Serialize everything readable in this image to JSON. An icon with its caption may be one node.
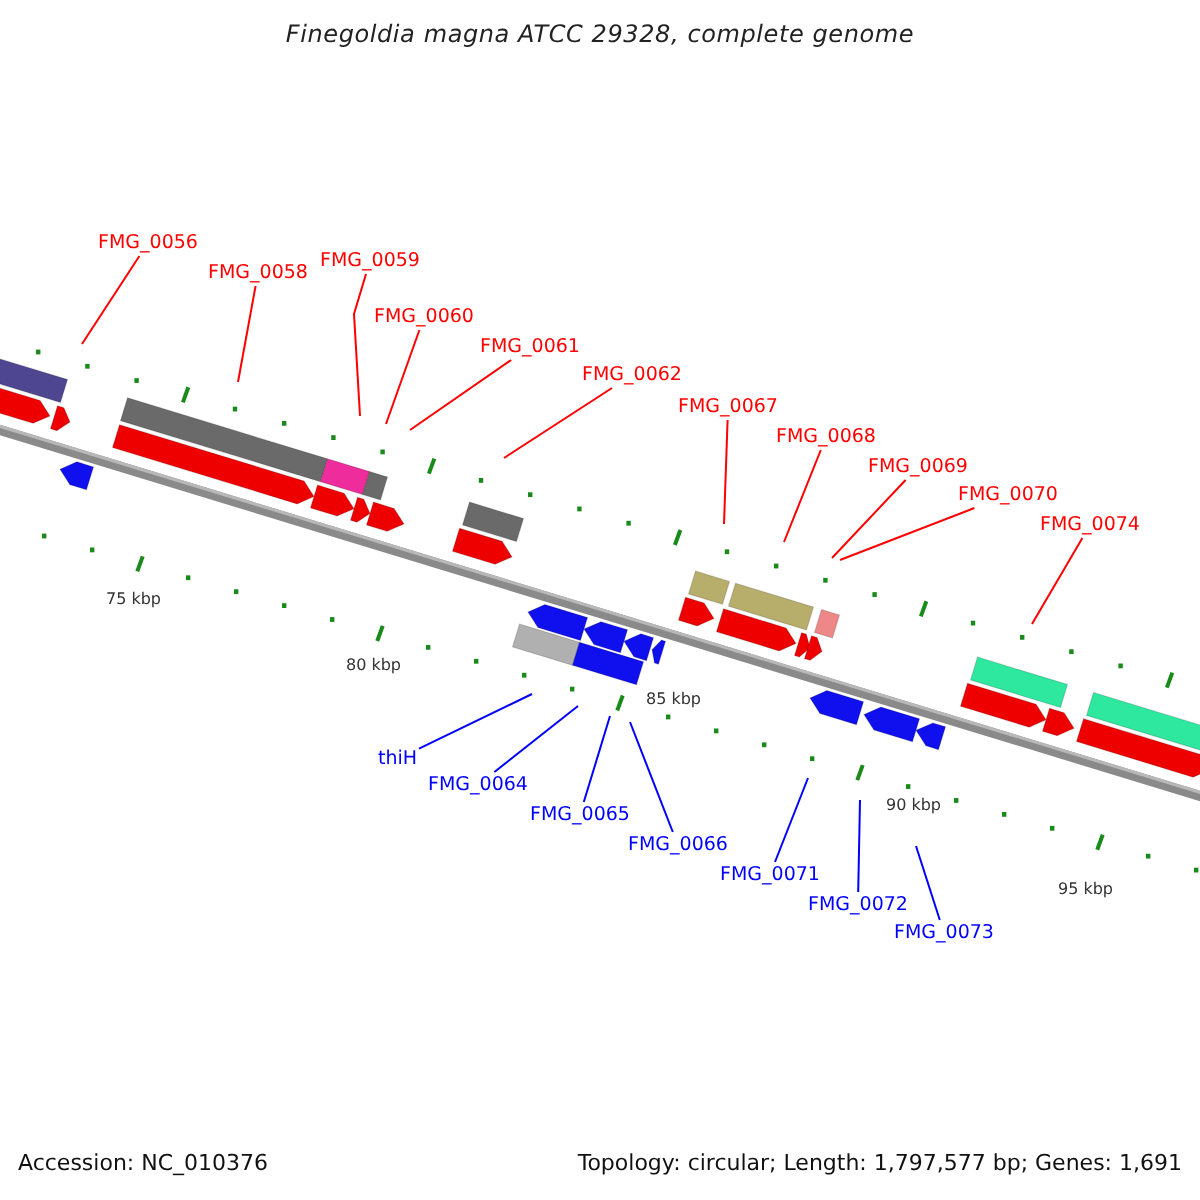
{
  "diagram": {
    "title": "Finegoldia magna ATCC 29328, complete genome",
    "nodes": [
      {
        "text": [
          "FMG_0056"
        ]
      },
      {
        "text": [
          "FMG_0058"
        ]
      },
      {
        "text": [
          "FMG_0059"
        ]
      },
      {
        "text": [
          "FMG_0060"
        ]
      },
      {
        "text": [
          "FMG_0061"
        ]
      },
      {
        "text": [
          "FMG_0062"
        ]
      },
      {
        "text": [
          "FMG_0067"
        ]
      },
      {
        "text": [
          "FMG_0068"
        ]
      },
      {
        "text": [
          "FMG_0069"
        ]
      },
      {
        "text": [
          "FMG_0070"
        ]
      },
      {
        "text": [
          "FMG_0074"
        ]
      },
      {
        "text": [
          "thiH"
        ]
      },
      {
        "text": [
          "FMG_0064"
        ]
      },
      {
        "text": [
          "FMG_0065"
        ]
      },
      {
        "text": [
          "FMG_0066"
        ]
      },
      {
        "text": [
          "FMG_0071"
        ]
      },
      {
        "text": [
          "FMG_0072"
        ]
      },
      {
        "text": [
          "FMG_0073"
        ]
      }
    ],
    "edges": [
      {
        "from": 0,
        "to": null,
        "arrow": "none"
      },
      {
        "from": 1,
        "to": null,
        "arrow": "none"
      },
      {
        "from": 2,
        "to": null,
        "arrow": "none"
      },
      {
        "from": 3,
        "to": null,
        "arrow": "none"
      },
      {
        "from": 4,
        "to": null,
        "arrow": "none"
      },
      {
        "from": 5,
        "to": null,
        "arrow": "none"
      },
      {
        "from": 6,
        "to": null,
        "arrow": "none"
      },
      {
        "from": 7,
        "to": null,
        "arrow": "none"
      },
      {
        "from": 8,
        "to": null,
        "arrow": "none"
      },
      {
        "from": 9,
        "to": null,
        "arrow": "none"
      },
      {
        "from": 10,
        "to": null,
        "arrow": "none"
      },
      {
        "from": 11,
        "to": null,
        "arrow": "none",
        "color": "#0000ff"
      },
      {
        "from": 12,
        "to": null,
        "arrow": "none",
        "color": "#0000ff"
      },
      {
        "from": 13,
        "to": null,
        "arrow": "none",
        "color": "#0000ff"
      },
      {
        "from": 14,
        "to": null,
        "arrow": "none",
        "color": "#0000ff"
      },
      {
        "from": 15,
        "to": null,
        "arrow": "none",
        "color": "#0000ff"
      },
      {
        "from": 16,
        "to": null,
        "arrow": "none",
        "color": "#0000ff"
      },
      {
        "from": 17,
        "to": null,
        "arrow": "none",
        "color": "#0000ff"
      }
    ],
    "labels": [
      "75 kbp",
      "80 kbp",
      "85 kbp",
      "90 kbp",
      "95 kbp",
      "Accession: NC_010376",
      "Topology: circular; Length: 1,797,577 bp; Genes: 1,691"
    ]
  }
}
